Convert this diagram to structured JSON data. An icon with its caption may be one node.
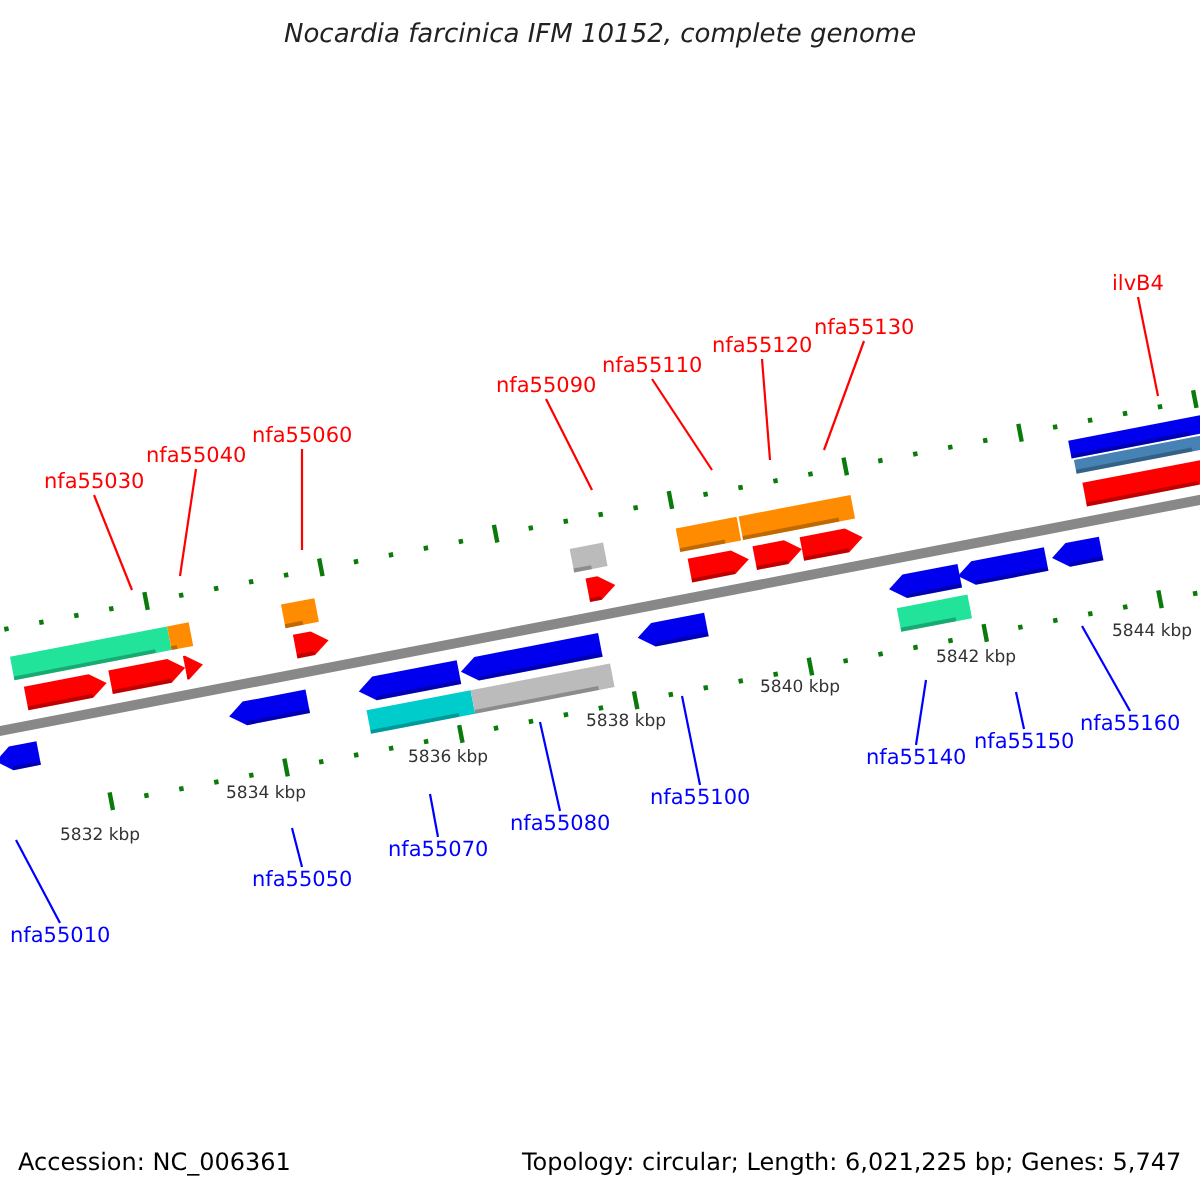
{
  "diagram": {
    "title": "Nocardia farcinica IFM 10152, complete genome",
    "nodes": [
      {
        "text": [
          "nfa55030"
        ]
      },
      {
        "text": [
          "nfa55040"
        ]
      },
      {
        "text": [
          "nfa55060"
        ]
      },
      {
        "text": [
          "nfa55090"
        ]
      },
      {
        "text": [
          "nfa55110"
        ]
      },
      {
        "text": [
          "nfa55120"
        ]
      },
      {
        "text": [
          "nfa55130"
        ]
      },
      {
        "text": [
          "ilvB4"
        ]
      },
      {
        "text": [
          "nfa55010"
        ]
      },
      {
        "text": [
          "nfa55050"
        ]
      },
      {
        "text": [
          "nfa55070"
        ]
      },
      {
        "text": [
          "nfa55080"
        ]
      },
      {
        "text": [
          "nfa55100"
        ]
      },
      {
        "text": [
          "nfa55140"
        ]
      },
      {
        "text": [
          "nfa55150"
        ]
      },
      {
        "text": [
          "nfa55160"
        ]
      }
    ],
    "edges": [
      {
        "from": 0,
        "to": null,
        "arrow": "none",
        "color": "#ff0000"
      },
      {
        "from": 1,
        "to": null,
        "arrow": "none",
        "color": "#ff0000"
      },
      {
        "from": 2,
        "to": null,
        "arrow": "none",
        "color": "#ff0000"
      },
      {
        "from": 3,
        "to": null,
        "arrow": "none",
        "color": "#ff0000"
      },
      {
        "from": 4,
        "to": null,
        "arrow": "none",
        "color": "#ff0000"
      },
      {
        "from": 5,
        "to": null,
        "arrow": "none",
        "color": "#ff0000"
      },
      {
        "from": 6,
        "to": null,
        "arrow": "none",
        "color": "#ff0000"
      },
      {
        "from": 7,
        "to": null,
        "arrow": "none",
        "color": "#ff0000"
      },
      {
        "from": 8,
        "to": null,
        "arrow": "none",
        "color": "#0000ff"
      },
      {
        "from": 9,
        "to": null,
        "arrow": "none",
        "color": "#0000ff"
      },
      {
        "from": 10,
        "to": null,
        "arrow": "none",
        "color": "#0000ff"
      },
      {
        "from": 11,
        "to": null,
        "arrow": "none",
        "color": "#0000ff"
      },
      {
        "from": 12,
        "to": null,
        "arrow": "none",
        "color": "#0000ff"
      },
      {
        "from": 13,
        "to": null,
        "arrow": "none",
        "color": "#0000ff"
      },
      {
        "from": 14,
        "to": null,
        "arrow": "none",
        "color": "#0000ff"
      },
      {
        "from": 15,
        "to": null,
        "arrow": "none",
        "color": "#0000ff"
      }
    ],
    "labels": [
      "5832 kbp",
      "5834 kbp",
      "5836 kbp",
      "5838 kbp",
      "5840 kbp",
      "5842 kbp",
      "5844 kbp",
      "Accession: NC_006361",
      "Topology: circular; Length: 6,021,225 bp; Genes: 5,747"
    ]
  }
}
